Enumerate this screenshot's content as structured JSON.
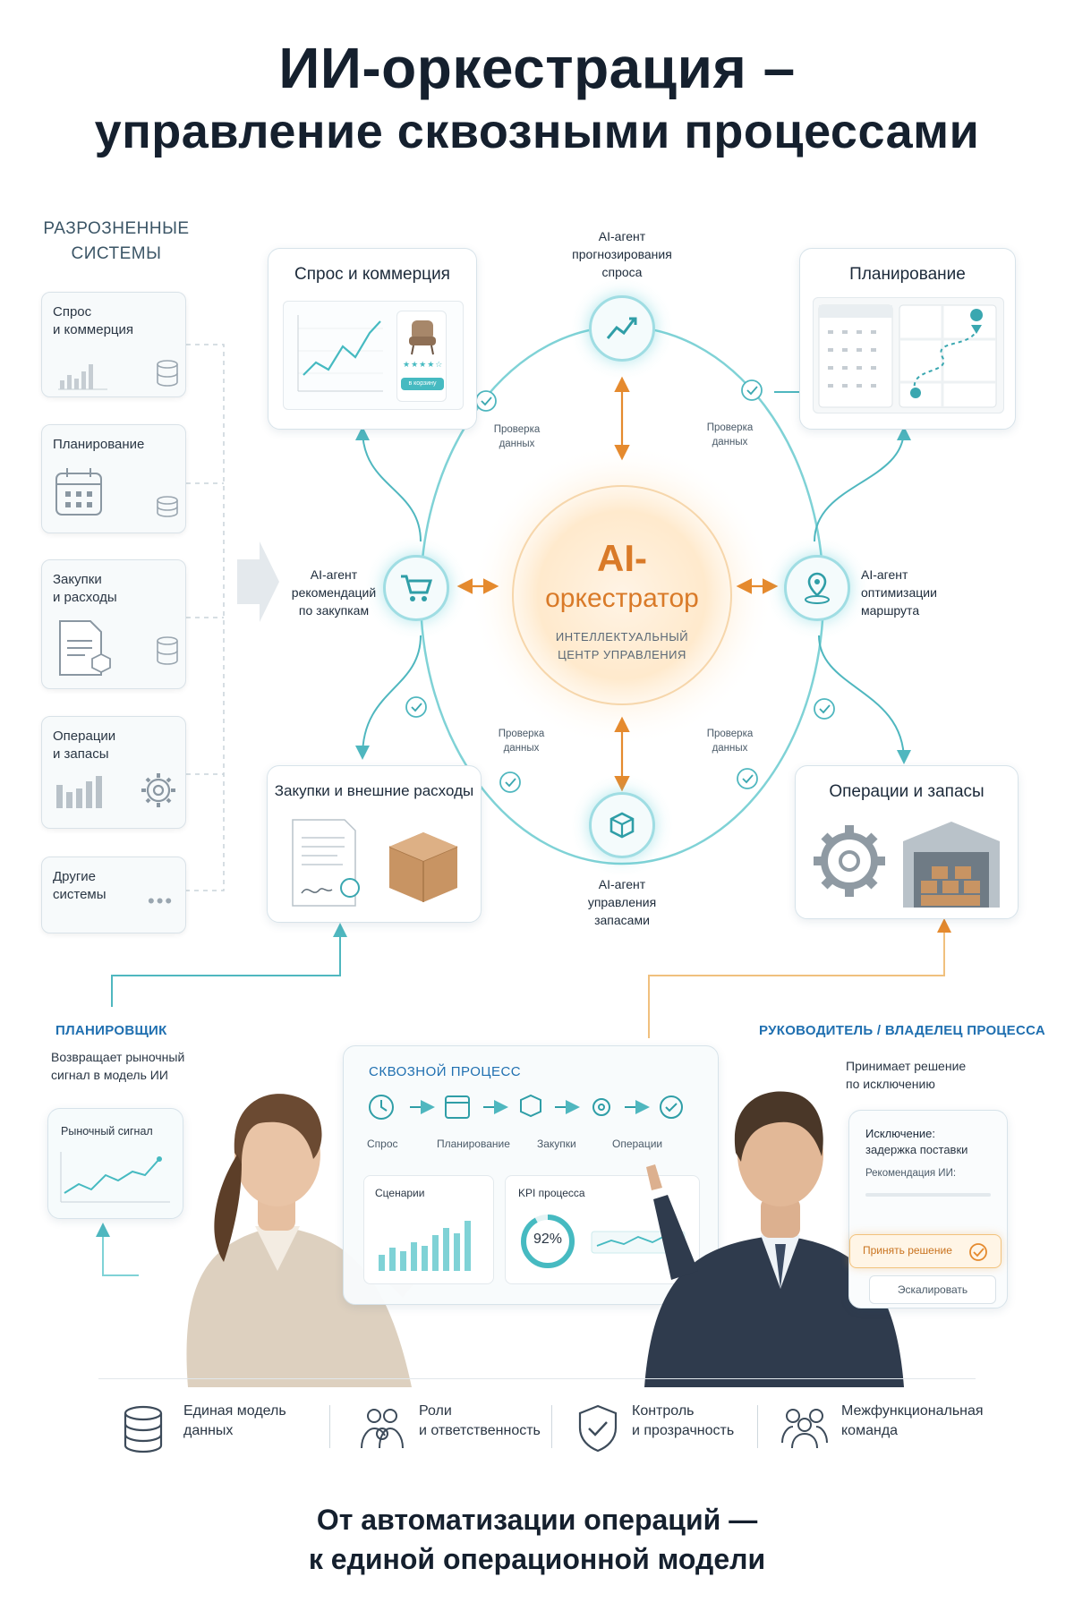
{
  "title": {
    "line1": "ИИ-оркестрация –",
    "line2": "управление сквозными процессами"
  },
  "left_panel": {
    "header": "РАЗРОЗНЕННЫЕ\nСИСТЕМЫ",
    "items": [
      {
        "label": "Спрос\nи коммерция"
      },
      {
        "label": "Планирование"
      },
      {
        "label": "Закупки\nи расходы"
      },
      {
        "label": "Операции\nи запасы"
      },
      {
        "label": "Другие\nсистемы"
      }
    ]
  },
  "cards": {
    "demand": {
      "title": "Спрос и коммерция",
      "button": "в корзину"
    },
    "planning": {
      "title": "Планирование"
    },
    "procurement": {
      "title": "Закупки и внешние расходы"
    },
    "operations": {
      "title": "Операции и запасы"
    }
  },
  "center": {
    "title_line1": "AI-",
    "title_line2": "оркестратор",
    "subtitle": "ИНТЕЛЛЕКТУАЛЬНЫЙ\nЦЕНТР УПРАВЛЕНИЯ"
  },
  "agents": {
    "forecast": "AI-агент\nпрогнозирования\nспроса",
    "purchase": "AI-агент\nрекомендаций\nпо закупкам",
    "route": "AI-агент\nоптимизации\nмаршрута",
    "inventory": "AI-агент\nуправления\nзапасами"
  },
  "checks": [
    "Проверка\nданных",
    "Проверка\nданных",
    "Проверка\nданных",
    "Проверка\nданных"
  ],
  "planner": {
    "role": "ПЛАНИРОВЩИК",
    "desc": "Возвращает рыночный\nсигнал в модель ИИ",
    "card": "Рыночный сигнал"
  },
  "manager": {
    "role": "РУКОВОДИТЕЛЬ / ВЛАДЕЛЕЦ ПРОЦЕССА",
    "desc": "Принимает решение\nпо исключению"
  },
  "exception": {
    "title": "Исключение:",
    "detail": "задержка поставки",
    "rec": "Рекомендация ИИ:",
    "accept": "Принять решение",
    "escalate": "Эскалировать"
  },
  "process": {
    "title": "СКВОЗНОЙ ПРОЦЕСС",
    "steps": [
      "Спрос",
      "Планирование",
      "Закупки",
      "Операции"
    ],
    "scenarios": "Сценарии",
    "kpi": "KPI процесса",
    "kpi_value": "92%",
    "kpi_fraction": 0.92
  },
  "features": [
    {
      "label": "Единая модель\nданных"
    },
    {
      "label": "Роли\nи ответственность"
    },
    {
      "label": "Контроль\nи прозрачность"
    },
    {
      "label": "Межфункциональная\nкоманда"
    }
  ],
  "footer": {
    "line1": "От автоматизации операций —",
    "line2": "к единой операционной модели"
  },
  "colors": {
    "teal": "#4fc3c8",
    "orange": "#e58a2e",
    "blue": "#1f6fb0",
    "dark": "#15202e"
  }
}
